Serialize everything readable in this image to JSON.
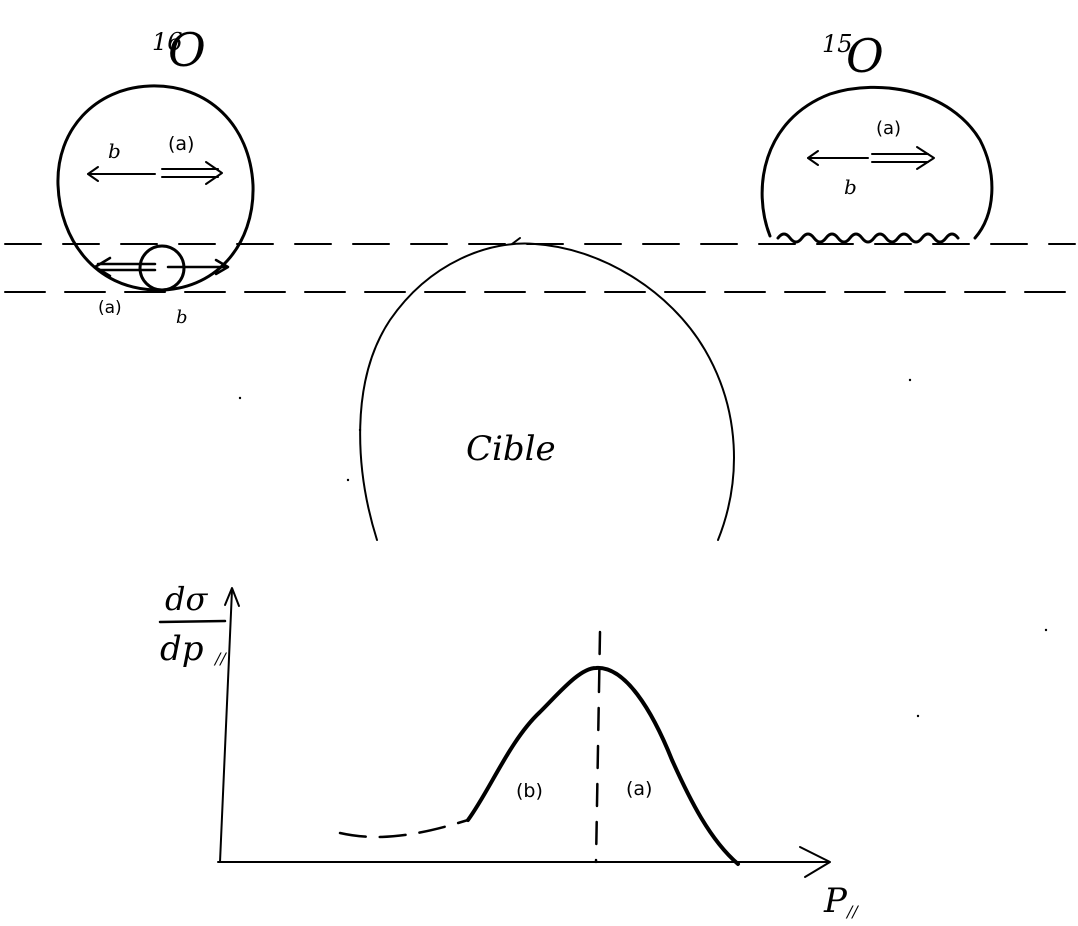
{
  "left_nucleus": {
    "label_mass": "16",
    "label_symbol": "O",
    "arrow_left_label": "b",
    "arrow_right_label": "(a)",
    "bottom_label_a": "(a)",
    "bottom_label_b": "b"
  },
  "right_nucleus": {
    "label_mass": "15",
    "label_symbol": "O",
    "arrow_top_label": "(a)",
    "arrow_bottom_label": "b"
  },
  "target": {
    "label": "Cible"
  },
  "plot": {
    "y_label_top": "dσ",
    "y_label_bottom": "dp",
    "y_label_sub": "//",
    "x_label": "P",
    "x_label_sub": "//",
    "region_b": "(b)",
    "region_a": "(a)"
  }
}
